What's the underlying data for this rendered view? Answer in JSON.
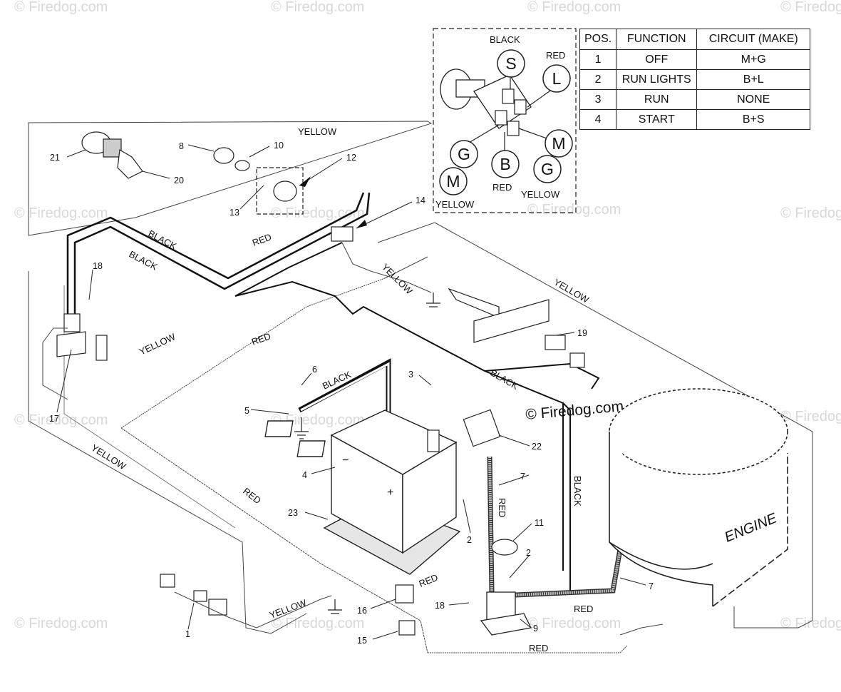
{
  "watermark": {
    "text": "© Firedog.com",
    "center_text": "© Firedog.com"
  },
  "switch_table": {
    "headers": [
      "POS.",
      "FUNCTION",
      "CIRCUIT  (MAKE)"
    ],
    "rows": [
      [
        "1",
        "OFF",
        "M+G"
      ],
      [
        "2",
        "RUN LIGHTS",
        "B+L"
      ],
      [
        "3",
        "RUN",
        "NONE"
      ],
      [
        "4",
        "START",
        "B+S"
      ]
    ]
  },
  "switch_inset": {
    "terminals": [
      "S",
      "L",
      "G",
      "B",
      "M",
      "M",
      "G"
    ],
    "wire_colors": {
      "black_top": "BLACK",
      "red_top": "RED",
      "red_bottom": "RED",
      "yellow_left": "YELLOW",
      "yellow_right": "YELLOW"
    }
  },
  "wire_labels": {
    "yellow_top": "YELLOW",
    "black_1": "BLACK",
    "black_2": "BLACK",
    "red_top": "RED",
    "yellow_diag": "YELLOW",
    "yellow_right": "YELLOW",
    "yellow_left": "YELLOW",
    "red_mid": "RED",
    "black_battery": "BLACK",
    "black_right": "BLACK",
    "black_vertical": "BLACK",
    "red_vertical": "RED",
    "yellow_long": "YELLOW",
    "red_long": "RED",
    "red_low": "RED",
    "yellow_bottom": "YELLOW",
    "red_right": "RED",
    "red_bottom": "RED"
  },
  "engine_label": "ENGINE",
  "battery_marks": {
    "negative": "−",
    "positive": "+"
  },
  "callouts": [
    "21",
    "8",
    "10",
    "20",
    "12",
    "13",
    "14",
    "18",
    "17",
    "6",
    "3",
    "5",
    "4",
    "23",
    "22",
    "7",
    "2",
    "11",
    "2",
    "18",
    "16",
    "15",
    "1",
    "9",
    "7",
    "19"
  ]
}
